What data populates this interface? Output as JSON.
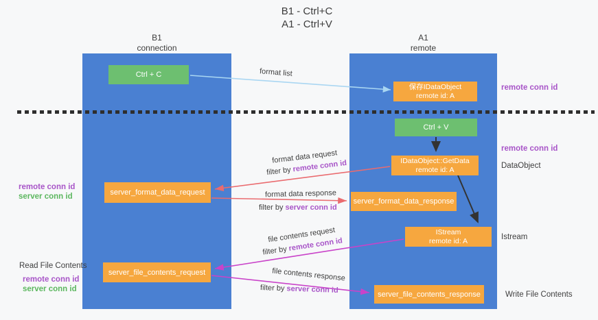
{
  "title": {
    "line1": "B1 - Ctrl+C",
    "line2": "A1 - Ctrl+V"
  },
  "lanes": {
    "left": {
      "title": "B1",
      "subtitle": "connection"
    },
    "right": {
      "title": "A1",
      "subtitle": "remote"
    }
  },
  "nodes": {
    "ctrl_c": "Ctrl + C",
    "save_dataobject_line1": "保存IDataObject",
    "save_dataobject_line2": "remote id: A",
    "ctrl_v": "Ctrl + V",
    "getdata_line1": "IDataObject::GetData",
    "getdata_line2": "remote id: A",
    "server_format_data_request": "server_format_data_request",
    "server_format_data_response": "server_format_data_response",
    "istream_line1": "IStream",
    "istream_line2": "remote id: A",
    "server_file_contents_request": "server_file_contents_request",
    "server_file_contents_response": "server_file_contents_response"
  },
  "arrow_labels": {
    "format_list": "format list",
    "format_data_request": "format data request",
    "format_data_response": "format data response",
    "file_contents_request": "file contents request",
    "file_contents_response": "file contents response",
    "filter_by": "filter by ",
    "remote_conn_id": "remote conn id",
    "server_conn_id": "server conn id"
  },
  "side_labels": {
    "remote_conn_id_right_top": "remote conn id",
    "remote_conn_id_right_mid": "remote conn id",
    "dataobject": "DataObject",
    "istream": "Istream",
    "write_file_contents": "Write File Contents",
    "read_file_contents": "Read File Contents",
    "remote_conn_id_left_mid": "remote conn id",
    "server_conn_id_left_mid": "server conn id",
    "remote_conn_id_left_bottom": "remote conn id",
    "server_conn_id_left_bottom": "server conn id"
  },
  "colors": {
    "lane_blue": "#4a80d2",
    "box_orange": "#f6a73f",
    "box_green": "#6dbf70",
    "arrow_blue": "#a9d6f2",
    "arrow_red": "#ea6b6f",
    "arrow_magenta": "#c943c9",
    "arrow_black": "#333333",
    "text_purple": "#a855c8",
    "text_green": "#5cb75f",
    "text_gray": "#3e3e3e",
    "background": "#f7f8f9"
  }
}
